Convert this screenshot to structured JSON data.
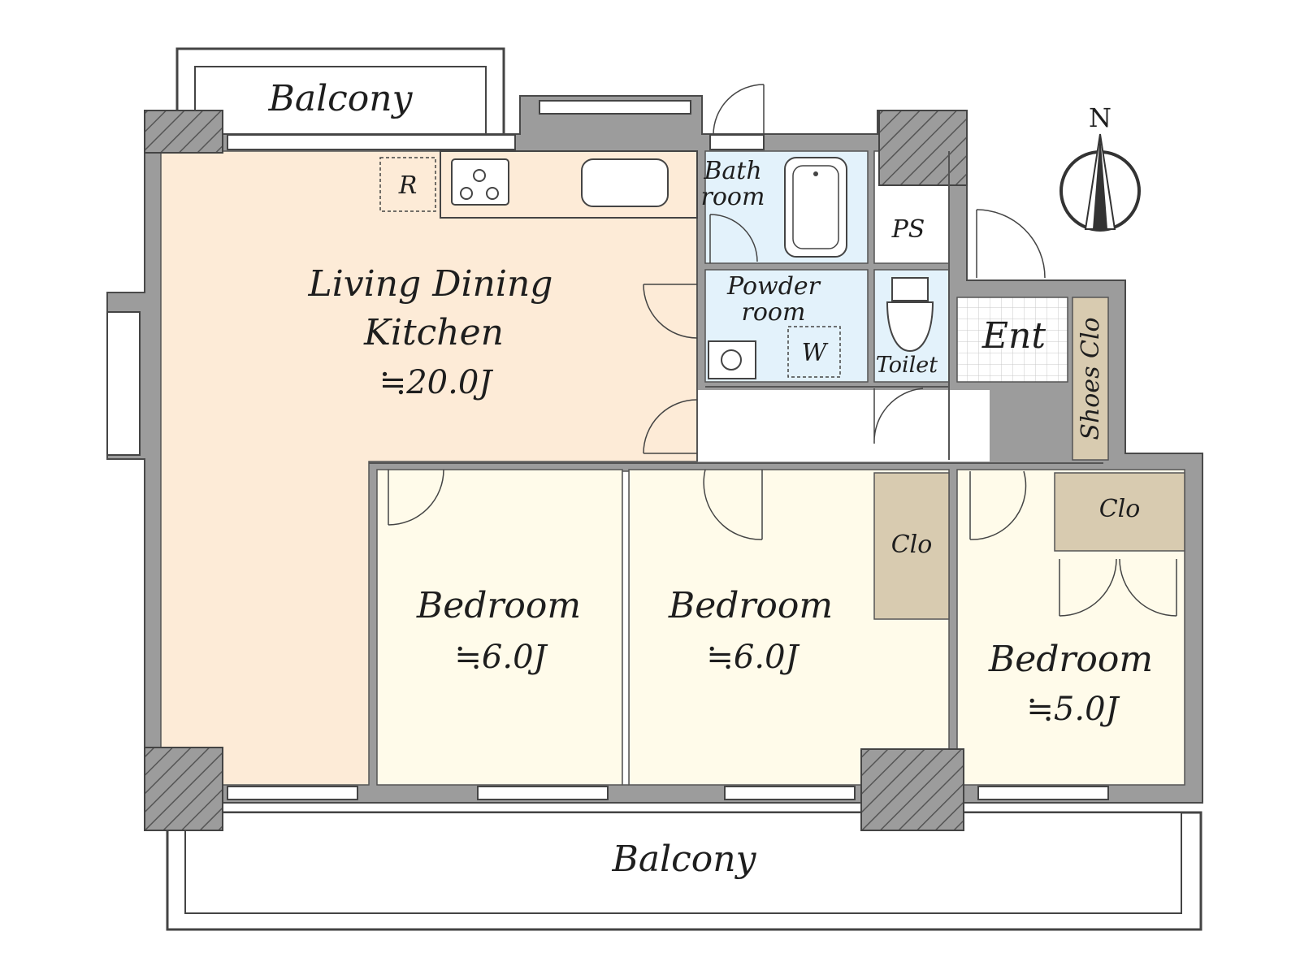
{
  "rooms": {
    "ldk": {
      "name_line1": "Living Dining",
      "name_line2": "Kitchen",
      "size": "≒20.0J"
    },
    "bedroom1": {
      "name": "Bedroom",
      "size": "≒6.0J"
    },
    "bedroom2": {
      "name": "Bedroom",
      "size": "≒6.0J"
    },
    "bedroom3": {
      "name": "Bedroom",
      "size": "≒5.0J"
    },
    "bath": {
      "name_line1": "Bath",
      "name_line2": "room"
    },
    "powder": {
      "name_line1": "Powder",
      "name_line2": "room"
    },
    "toilet": {
      "name": "Toilet"
    },
    "ps": {
      "name": "PS"
    },
    "entrance": {
      "name": "Ent"
    },
    "shoes_closet": {
      "name": "Shoes Clo"
    },
    "closet2": {
      "name": "Clo"
    },
    "closet3": {
      "name": "Clo"
    },
    "balcony_top": {
      "name": "Balcony"
    },
    "balcony_bottom": {
      "name": "Balcony"
    }
  },
  "fixtures": {
    "refrigerator": {
      "label": "R"
    },
    "washer": {
      "label": "W"
    }
  },
  "compass": {
    "label": "N"
  },
  "colors": {
    "ldk": "#fdebd7",
    "bedroom": "#fffbea",
    "wet": "#e3f2fb",
    "closet": "#d8cbb0",
    "wall": "#9c9c9c"
  }
}
